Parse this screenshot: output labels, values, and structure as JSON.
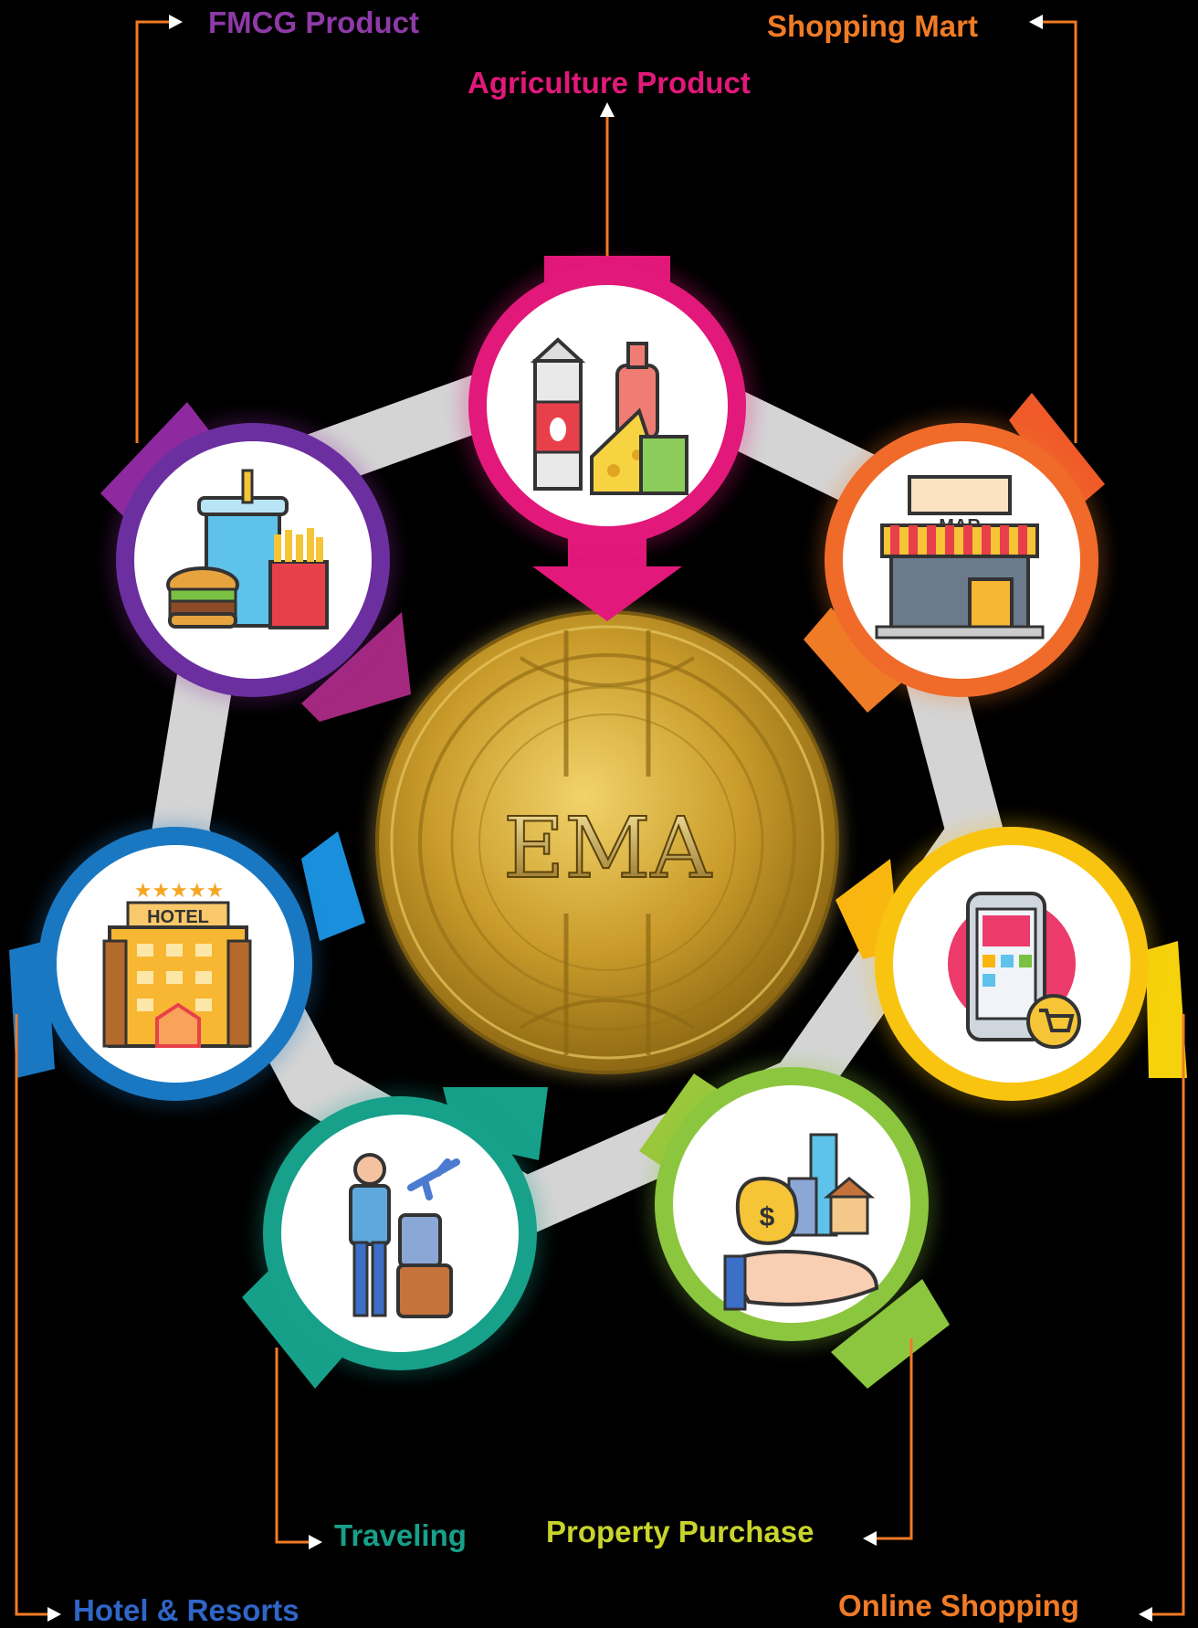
{
  "center": {
    "coin_text": "EMA"
  },
  "labels": {
    "fmcg": "FMCG Product",
    "agriculture": "Agriculture Product",
    "shopping_mart": "Shopping Mart",
    "online_shopping": "Online Shopping",
    "property_purchase": "Property Purchase",
    "traveling": "Traveling",
    "hotel_resorts": "Hotel & Resorts"
  },
  "icons": {
    "agriculture": "dairy-products-icon",
    "fmcg": "fast-food-icon",
    "shopping_mart": "market-store-icon",
    "online_shopping": "mobile-shopping-icon",
    "property_purchase": "property-investment-icon",
    "traveling": "traveler-icon",
    "hotel_resorts": "hotel-icon"
  },
  "icon_texts": {
    "hotel_sign": "HOTEL",
    "store_sign": "MAR"
  },
  "colors": {
    "background": "#000000",
    "agriculture": "#e2187a",
    "fmcg": "#8e2a9f",
    "shopping_mart": "#f07b26",
    "online_shopping": "#f9c410",
    "property_purchase": "#8cc63f",
    "traveling": "#17a08a",
    "hotel_resorts": "#1a78c2",
    "hotel_label": "#2f66c8",
    "connector": "#d4d4d4",
    "coin_gold": "#c9a12a"
  }
}
